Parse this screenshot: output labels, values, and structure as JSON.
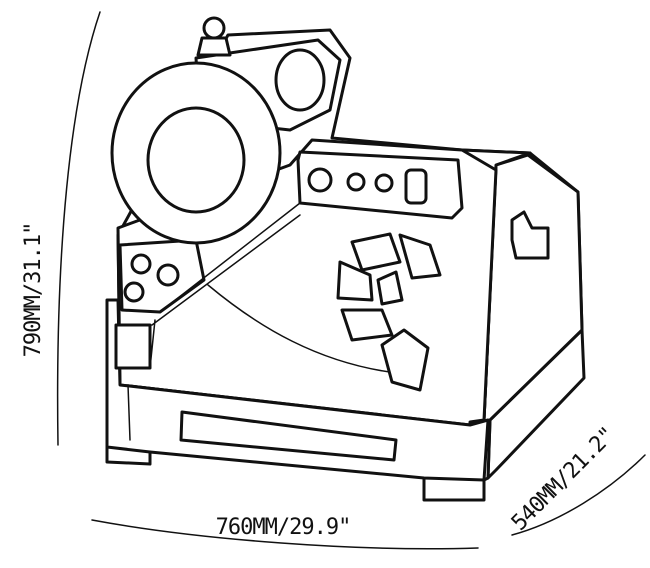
{
  "dimensions": {
    "height_label": "790MM/31.1\"",
    "width_label": "760MM/29.9\"",
    "depth_label": "540MM/21.2\""
  }
}
